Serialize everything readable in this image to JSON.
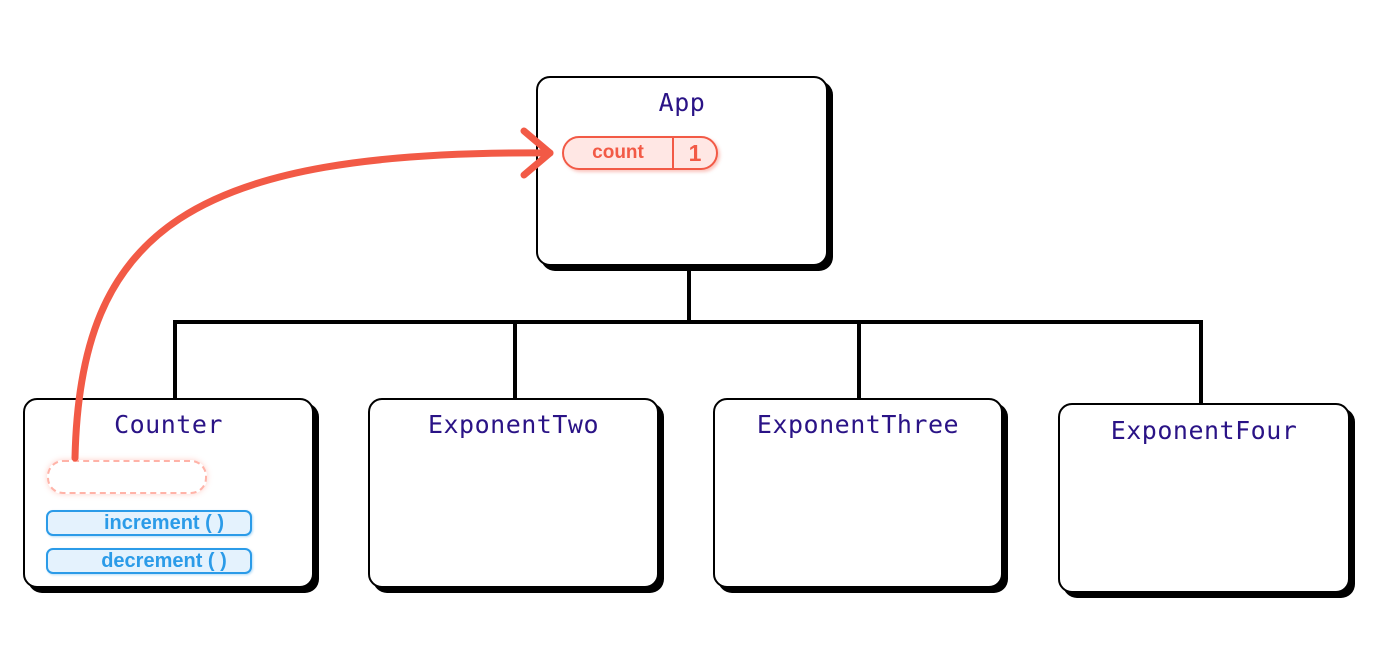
{
  "diagram": {
    "type": "component-tree",
    "colors": {
      "title_text": "#2a1386",
      "box_border": "#000000",
      "state_accent": "#f25a46",
      "state_fill": "#ffe7e4",
      "function_accent": "#2b9be8",
      "function_fill": "#e4f2fd",
      "arrow": "#f25a46",
      "connector": "#000000"
    },
    "root": {
      "title": "App",
      "state": {
        "name": "count",
        "value": "1"
      }
    },
    "children": [
      {
        "title": "Counter",
        "functions": [
          "increment ( )",
          "decrement ( )"
        ],
        "has_moved_state_placeholder": true
      },
      {
        "title": "ExponentTwo"
      },
      {
        "title": "ExponentThree"
      },
      {
        "title": "ExponentFour"
      }
    ],
    "arrow": {
      "from": "Counter",
      "to": "App.count",
      "meaning": "state lifted up to parent"
    }
  }
}
